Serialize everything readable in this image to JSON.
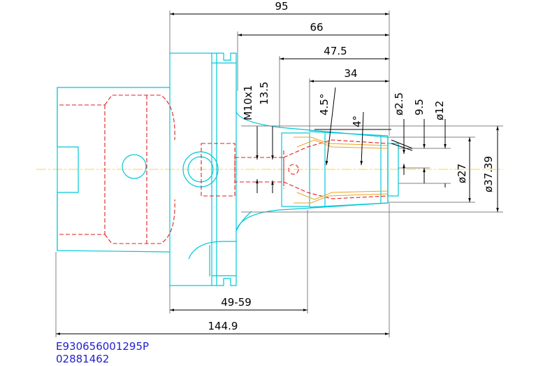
{
  "dimensions": {
    "d95": "95",
    "d66": "66",
    "d47_5": "47.5",
    "d34": "34",
    "d13_5": "13.5",
    "thread": "M10x1",
    "angle_4_5": "4.5°",
    "angle_4": "4°",
    "dia2_5": "ø2.5",
    "d9_5": "9.5",
    "dia12": "ø12",
    "dia27": "ø27",
    "dia37_39": "ø37.39",
    "d49_59": "49-59",
    "d144_9": "144.9"
  },
  "part": {
    "code": "E930656001295P",
    "number": "02881462"
  },
  "colors": {
    "outline": "#00c8d8",
    "hidden": "#e02020",
    "axis": "#ffd24a",
    "dimension": "#000000",
    "part_text": "#1f1fd0"
  }
}
